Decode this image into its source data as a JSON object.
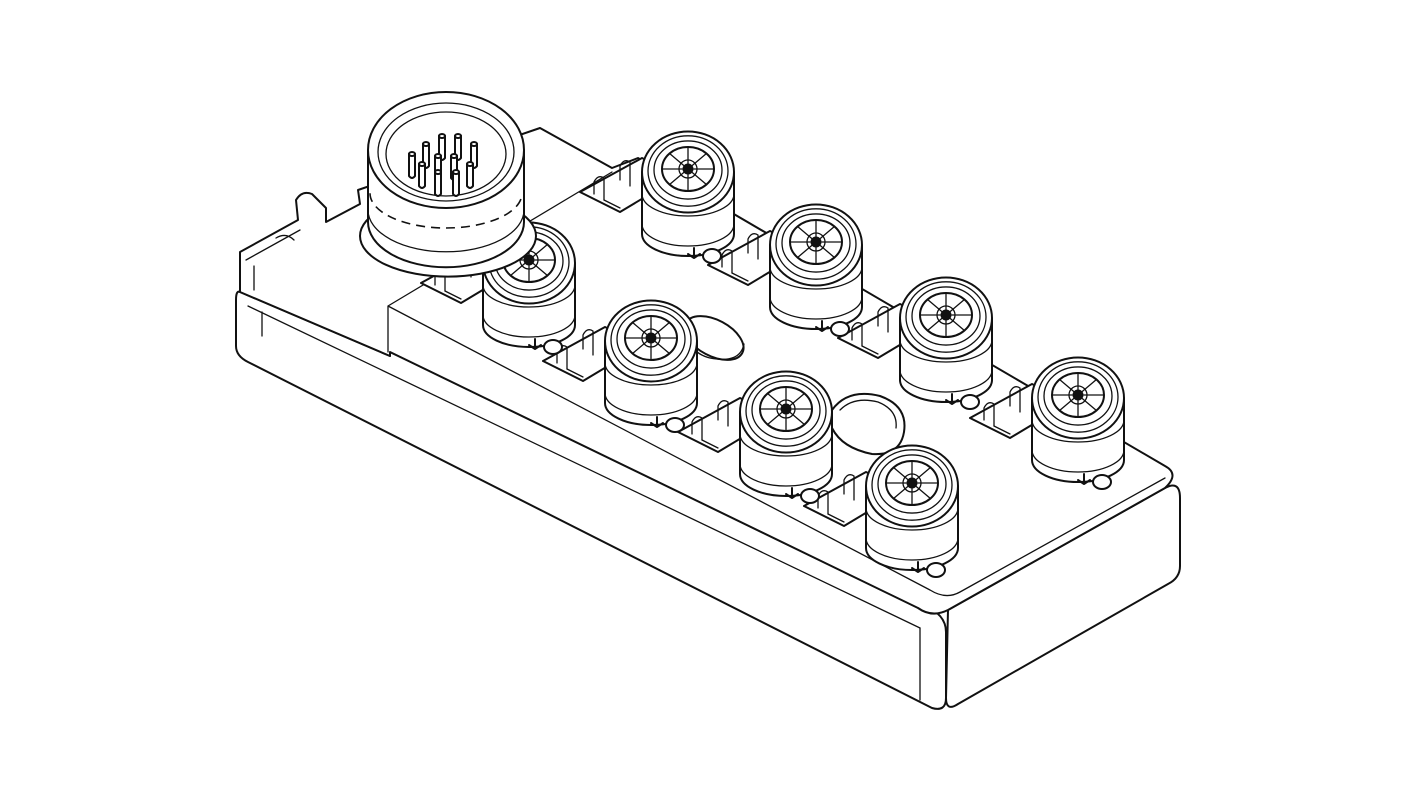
{
  "figure": {
    "subject": "m12-distribution-box",
    "colors": {
      "line": "#111111",
      "background": "#ffffff"
    },
    "parts": {
      "main_connector": "m23-male-connector",
      "port_count": 8,
      "port_type": "m12-female-socket",
      "status_indicator_count": 8,
      "mounting_hole_count": 2
    }
  }
}
